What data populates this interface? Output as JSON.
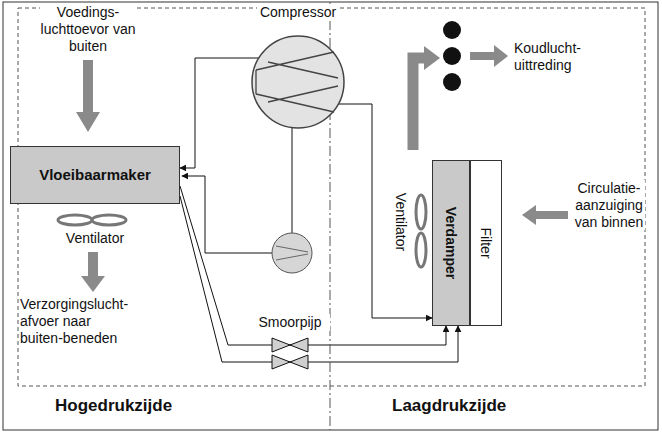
{
  "diagram": {
    "nodes": [
      {
        "text": [
          "Compressor"
        ]
      },
      {
        "text": [
          "Vloeibaarmaker"
        ]
      },
      {
        "text": [
          "Verdamper"
        ]
      },
      {
        "text": [
          "Filter"
        ]
      }
    ],
    "edges": [
      {
        "from": 0,
        "to": 1,
        "arrow": "to"
      },
      {
        "from": 1,
        "to": 2,
        "arrow": "to"
      },
      {
        "from": 1,
        "to": 2,
        "arrow": "to"
      },
      {
        "from": 0,
        "to": 2,
        "arrow": "to"
      }
    ],
    "labels": [
      "Voedings- luchttoevor van buiten",
      "Ventilator",
      "Verzorgingslucht- afvoer naar buiten-beneden",
      "Koudlucht- uittreding",
      "Ventilator",
      "Circulatie- aanzuiging van binnen",
      "Smoorpijp",
      "Hogedrukzijde",
      "Laagdrukzijde"
    ]
  }
}
